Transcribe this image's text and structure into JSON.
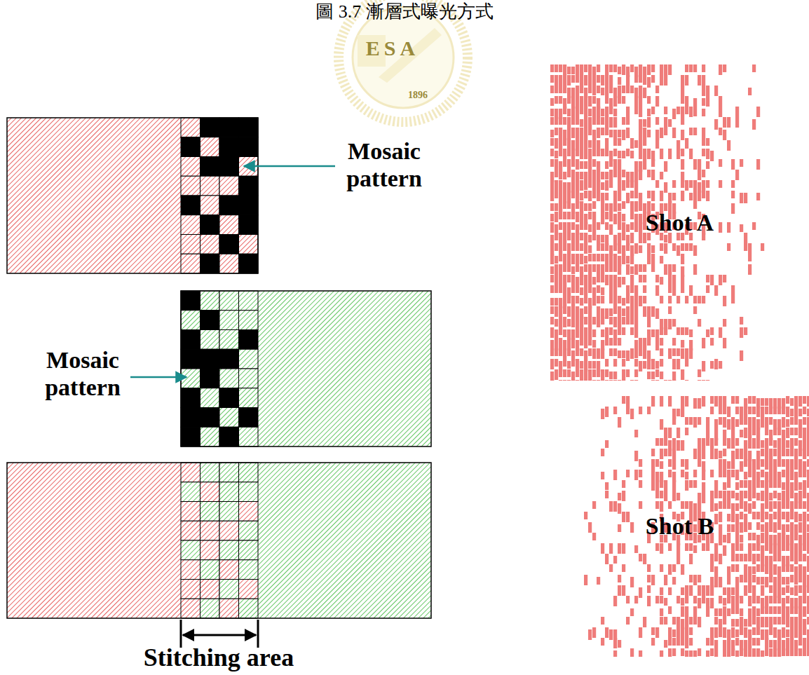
{
  "diagram": {
    "nodes": [
      {
        "text": [
          "Shot A"
        ]
      },
      {
        "text": [
          "Shot B"
        ]
      }
    ],
    "labels": [
      "圖 3.7 漸層式曝光方式",
      "ESA",
      "1896",
      "Mosaic pattern",
      "Mosaic pattern",
      "Stitching area"
    ]
  }
}
